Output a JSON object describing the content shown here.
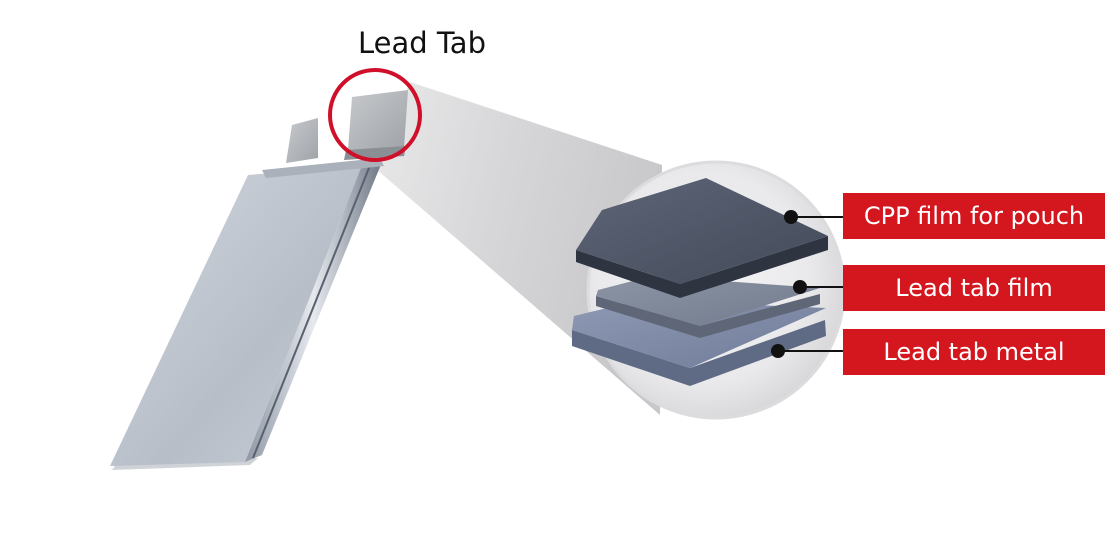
{
  "diagram": {
    "callout_title": "Lead Tab",
    "layers": [
      {
        "id": "cpp",
        "label": "CPP film for pouch"
      },
      {
        "id": "film",
        "label": "Lead tab film"
      },
      {
        "id": "metal",
        "label": "Lead tab metal"
      }
    ],
    "colors": {
      "label_background": "#d4161f",
      "label_text": "#ffffff",
      "highlight_ring": "#d0102a",
      "pouch_body": "#bcc3cc",
      "cpp_layer": "#4a5262",
      "film_layer": "#7a8394",
      "metal_layer": "#7f8aa6"
    },
    "icons": [
      "magnifier-circle",
      "leader-dot"
    ]
  }
}
